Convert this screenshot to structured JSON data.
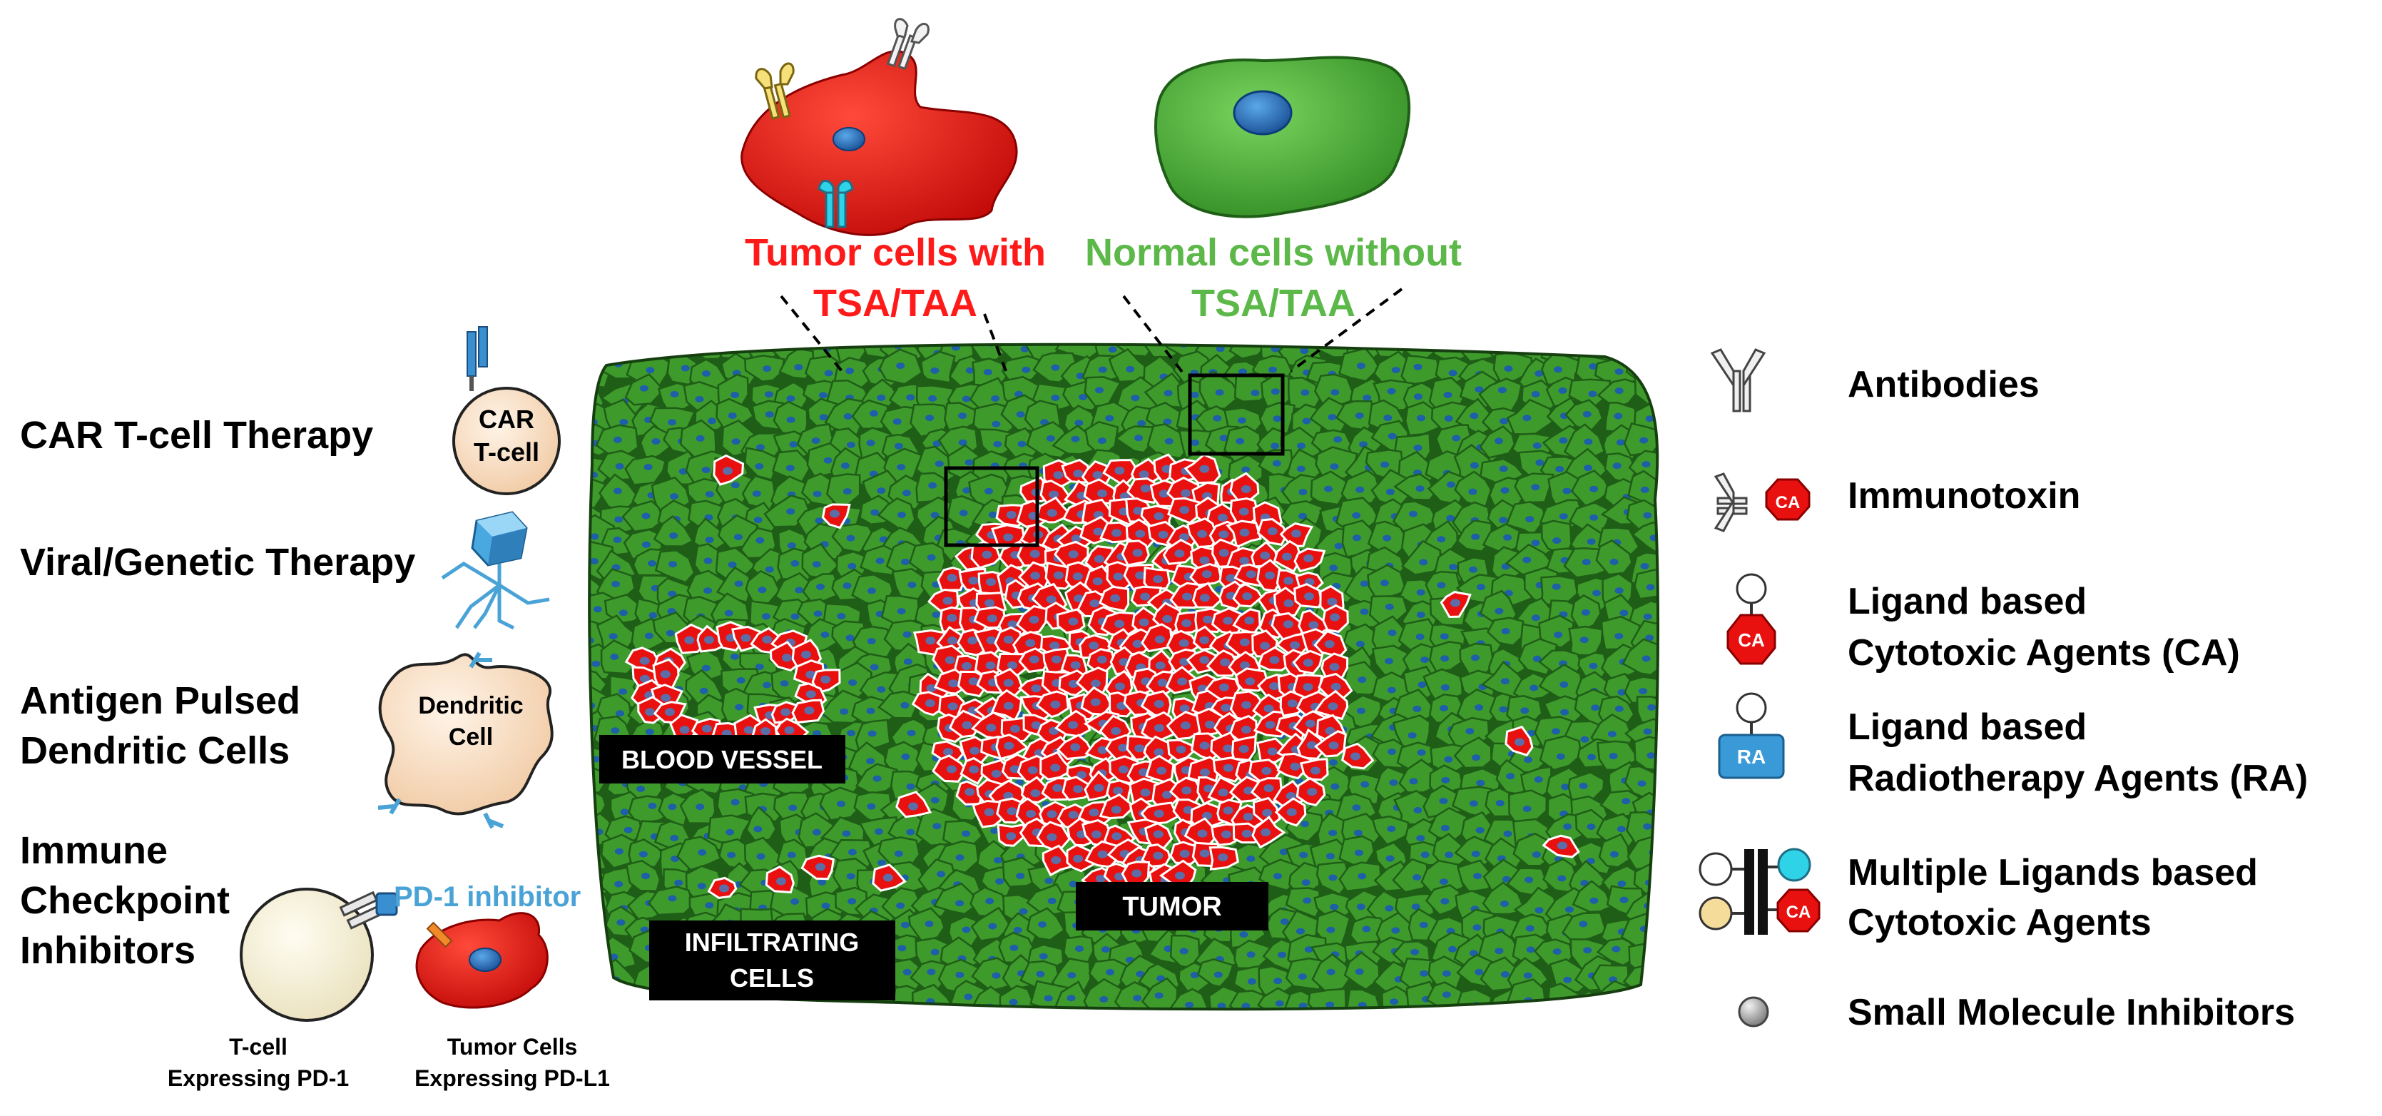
{
  "top_labels": {
    "tumor_line1": "Tumor cells with",
    "tumor_line2": "TSA/TAA",
    "normal_line1": "Normal cells without",
    "normal_line2": "TSA/TAA"
  },
  "left_therapies": {
    "car_t": "CAR T-cell Therapy",
    "car_cell_line1": "CAR",
    "car_cell_line2": "T-cell",
    "viral": "Viral/Genetic Therapy",
    "antigen_line1": "Antigen Pulsed",
    "antigen_line2": "Dendritic Cells",
    "dendritic_line1": "Dendritic",
    "dendritic_line2": "Cell",
    "checkpoint_line1": "Immune",
    "checkpoint_line2": "Checkpoint",
    "checkpoint_line3": "Inhibitors",
    "pd1_inhibitor": "PD-1 inhibitor",
    "tcell_line1": "T-cell",
    "tcell_line2": "Expressing PD-1",
    "tumorcell_line1": "Tumor Cells",
    "tumorcell_line2": "Expressing PD-L1"
  },
  "tissue_labels": {
    "blood_vessel": "BLOOD VESSEL",
    "tumor": "TUMOR",
    "infiltrating_line1": "INFILTRATING",
    "infiltrating_line2": "CELLS"
  },
  "legend": {
    "antibodies": "Antibodies",
    "immunotoxin": "Immunotoxin",
    "ligand_ca_line1": "Ligand based",
    "ligand_ca_line2": "Cytotoxic Agents (CA)",
    "ligand_ra_line1": "Ligand based",
    "ligand_ra_line2": "Radiotherapy Agents (RA)",
    "multi_line1": "Multiple Ligands based",
    "multi_line2": "Cytotoxic Agents",
    "small_molecule": "Small Molecule Inhibitors",
    "ca_tag": "CA",
    "ra_tag": "RA"
  },
  "colors": {
    "tumor_red": "#e8110f",
    "normal_green": "#3f9a2c",
    "label_red": "#ff1a1a",
    "label_green": "#5cb848",
    "label_blue": "#4aa3d6",
    "nucleus_blue": "#1d5fa8"
  }
}
